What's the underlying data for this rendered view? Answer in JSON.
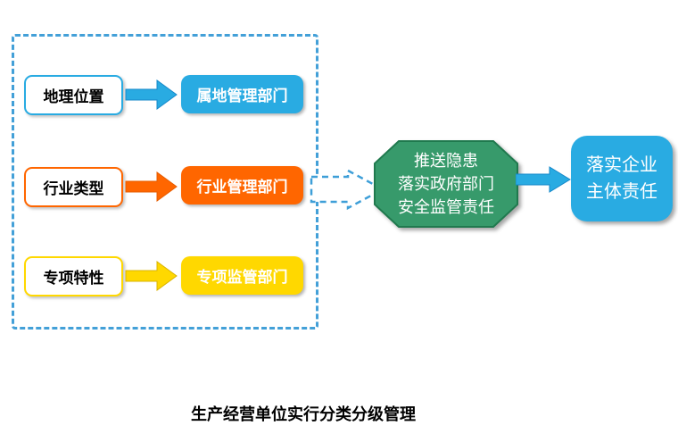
{
  "colors": {
    "blue": "#29ABE2",
    "blue_dark": "#1688C9",
    "orange": "#FF6600",
    "orange_dark": "#E65C00",
    "yellow": "#FFD800",
    "yellow_dark": "#D9B300",
    "green": "#379A6B",
    "green_dark": "#20794E",
    "dashed_border_blue": "#43A0D8",
    "text_black": "#000000",
    "text_white": "#FFFFFF"
  },
  "rows": [
    {
      "source_label": "地理位置",
      "target_label": "属地管理部门",
      "color": "#29ABE2"
    },
    {
      "source_label": "行业类型",
      "target_label": "行业管理部门",
      "color": "#FF6600"
    },
    {
      "source_label": "专项特性",
      "target_label": "专项监管部门",
      "color": "#FFD800"
    }
  ],
  "octagon": {
    "lines": [
      "推送隐患",
      "落实政府部门",
      "安全监管责任"
    ]
  },
  "result": {
    "lines": [
      "落实企业",
      "主体责任"
    ]
  },
  "caption": "生产经营单位实行分类分级管理"
}
